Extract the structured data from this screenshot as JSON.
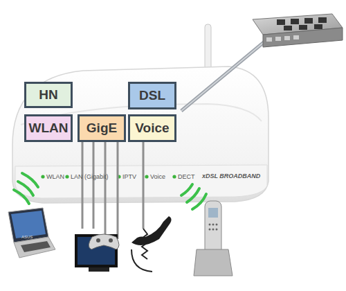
{
  "diagram": {
    "nodes": [
      {
        "text": [
          "HN"
        ]
      },
      {
        "text": [
          "DSL"
        ]
      },
      {
        "text": [
          "WLAN"
        ]
      },
      {
        "text": [
          "GigE"
        ]
      },
      {
        "text": [
          "Voice"
        ]
      }
    ],
    "labels": [
      "WLAN",
      "LAN (Gigabit)",
      "IPTV",
      "Voice",
      "DECT",
      "xDSL BROADBAND",
      "ASUS"
    ]
  }
}
